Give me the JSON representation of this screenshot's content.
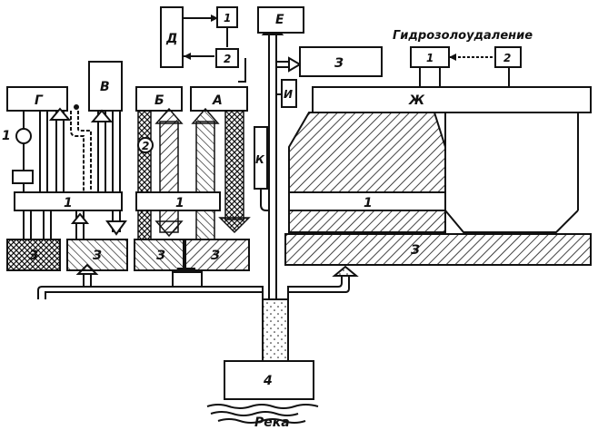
{
  "title": "Гидрозолоудаление",
  "river": "Река",
  "labels": {
    "G": "Г",
    "V": "В",
    "B": "Б",
    "A": "А",
    "D": "Д",
    "E": "Е",
    "Z3": "З",
    "I": "И",
    "K": "К",
    "ZH": "Ж",
    "n1": "1",
    "n2": "2",
    "n3": "3",
    "n4": "4"
  }
}
